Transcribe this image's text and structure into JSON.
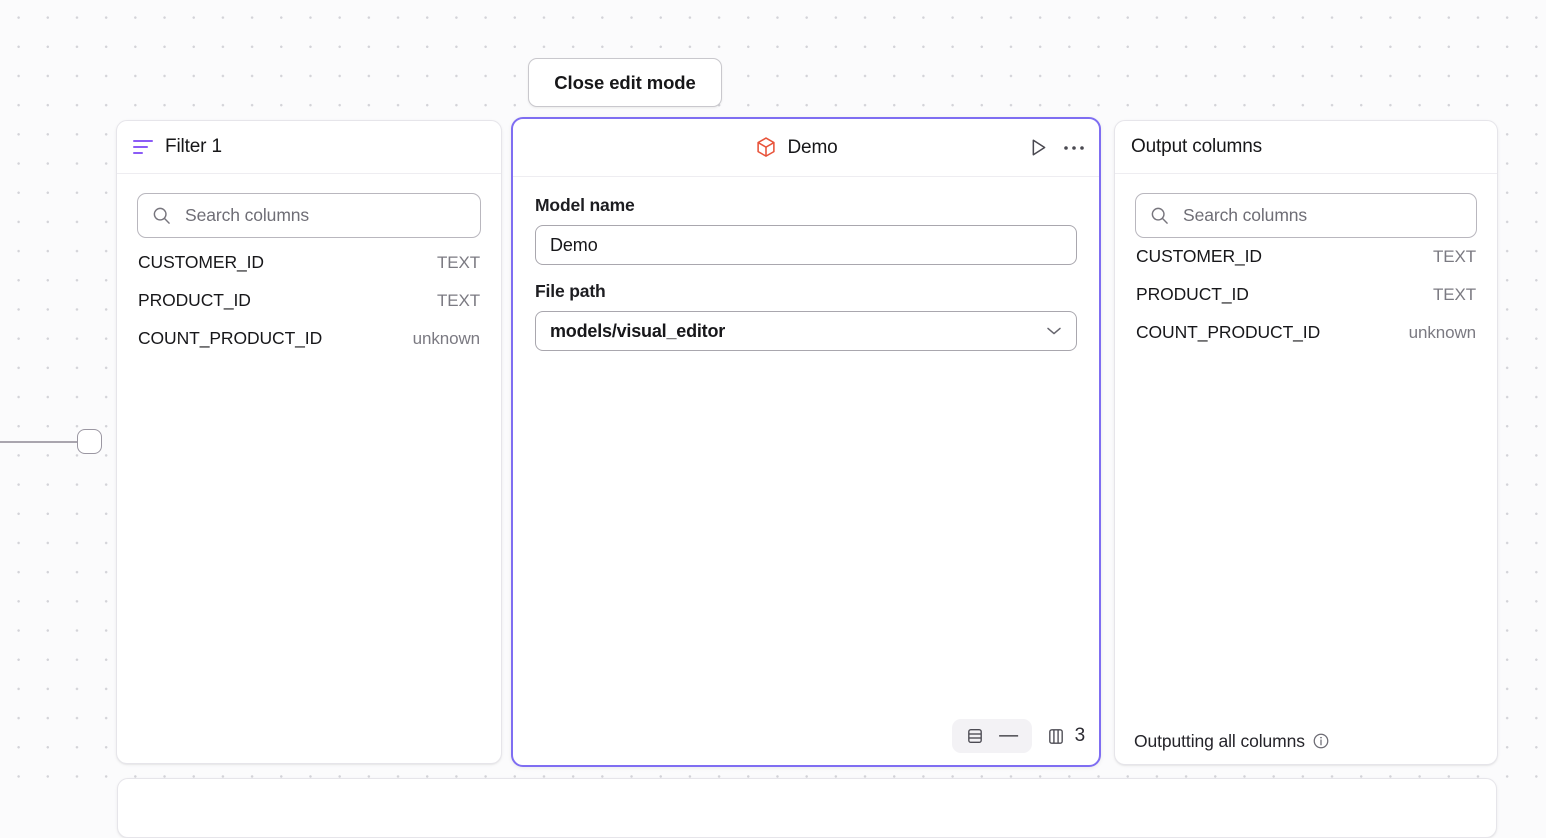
{
  "toolbar": {
    "close_edit_mode_label": "Close edit mode"
  },
  "filter_panel": {
    "title": "Filter 1",
    "icon": "filter-icon",
    "search": {
      "placeholder": "Search columns",
      "value": "",
      "icon": "search-icon"
    },
    "columns": [
      {
        "name": "CUSTOMER_ID",
        "type": "TEXT"
      },
      {
        "name": "PRODUCT_ID",
        "type": "TEXT"
      },
      {
        "name": "COUNT_PRODUCT_ID",
        "type": "unknown"
      }
    ]
  },
  "model_panel": {
    "title": "Demo",
    "icon": "cube-icon",
    "icon_color": "#e8533a",
    "border_color": "#7f6ef2",
    "run_icon": "play-icon",
    "more_icon": "ellipsis-icon",
    "fields": {
      "model_name_label": "Model name",
      "model_name_value": "Demo",
      "file_path_label": "File path",
      "file_path_value": "models/visual_editor",
      "file_path_chevron": "chevron-down-icon"
    },
    "footer": {
      "rows_icon": "rows-icon",
      "rows_value": "—",
      "columns_icon": "columns-icon",
      "columns_count": "3"
    }
  },
  "output_panel": {
    "title": "Output columns",
    "search": {
      "placeholder": "Search columns",
      "value": "",
      "icon": "search-icon"
    },
    "columns": [
      {
        "name": "CUSTOMER_ID",
        "type": "TEXT"
      },
      {
        "name": "PRODUCT_ID",
        "type": "TEXT"
      },
      {
        "name": "COUNT_PRODUCT_ID",
        "type": "unknown"
      }
    ],
    "footer": {
      "text": "Outputting all columns",
      "info_icon": "info-icon"
    }
  },
  "canvas": {
    "edge_handle": "node-handle"
  }
}
